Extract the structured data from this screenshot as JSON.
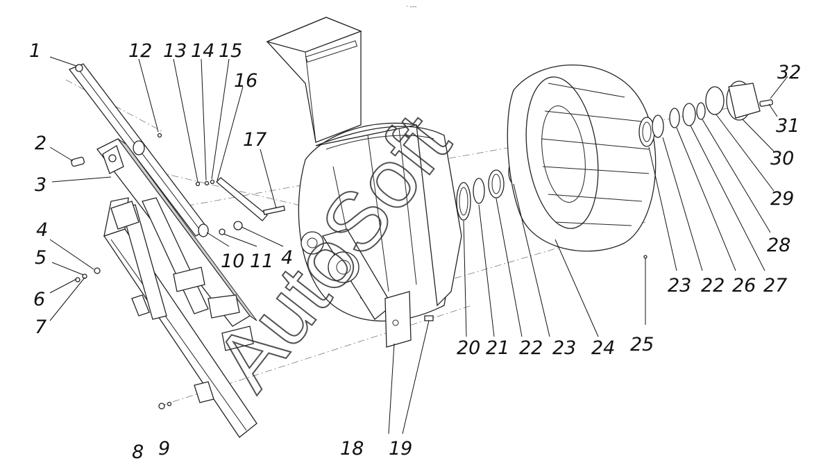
{
  "top_mark": "‧ ---",
  "watermark": "AutoSoft",
  "callouts": [
    "1",
    "2",
    "3",
    "4",
    "5",
    "6",
    "7",
    "8",
    "9",
    "10",
    "11",
    "12",
    "13",
    "14",
    "15",
    "16",
    "17",
    "18",
    "19",
    "20",
    "21",
    "22",
    "23",
    "24",
    "25",
    "26",
    "27",
    "28",
    "29",
    "30",
    "31",
    "32"
  ],
  "extra_callout_4b": "4",
  "extra_callout_22b": "22",
  "extra_callout_23b": "23"
}
